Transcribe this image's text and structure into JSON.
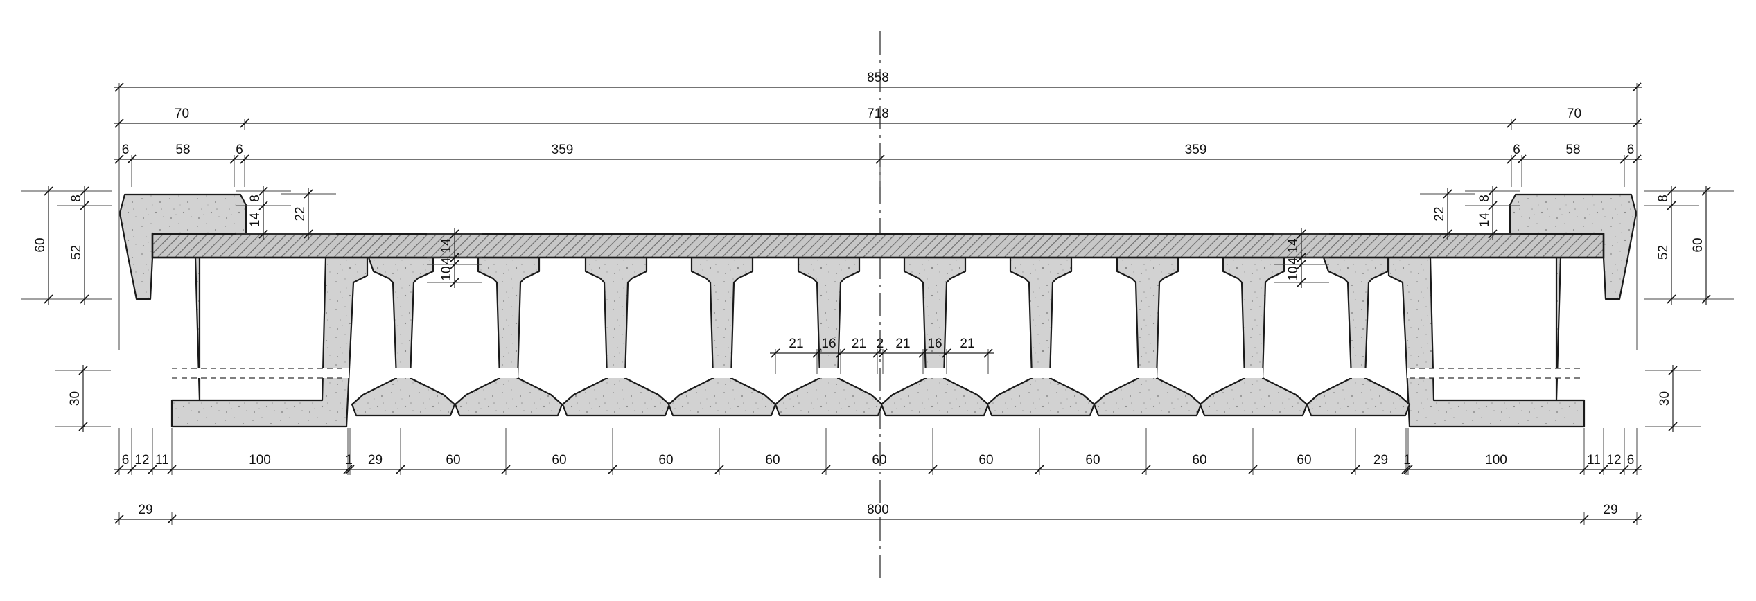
{
  "drawing": {
    "overall": {
      "total_width": "858",
      "curb_left": "70",
      "inner": "718",
      "curb_right": "70",
      "bottom_total": "800",
      "bottom_edge_left": "29",
      "bottom_edge_right": "29"
    },
    "top_chain": {
      "left": [
        "6",
        "58",
        "6"
      ],
      "half_left": "359",
      "half_right": "359",
      "right": [
        "6",
        "58",
        "6"
      ]
    },
    "heights": {
      "curb_total": "60",
      "curb_lip": "8",
      "curb_body": "52",
      "curb_inner_top": "8",
      "curb_inner_slab": "14",
      "curb_step": "22",
      "slab_thickness": "14",
      "beam_flange_a": "4",
      "beam_flange_b": "10",
      "bottom_depth": "30"
    },
    "beam_detail": [
      "21",
      "16",
      "21",
      "2",
      "21",
      "16",
      "21"
    ],
    "bottom_chain_left": [
      "6",
      "12",
      "11",
      "100",
      "1",
      "29"
    ],
    "bottom_chain_beams": [
      "60",
      "60",
      "60",
      "60",
      "60",
      "60",
      "60",
      "60",
      "60"
    ],
    "bottom_chain_right": [
      "29",
      "1",
      "100",
      "11",
      "12",
      "6"
    ]
  }
}
